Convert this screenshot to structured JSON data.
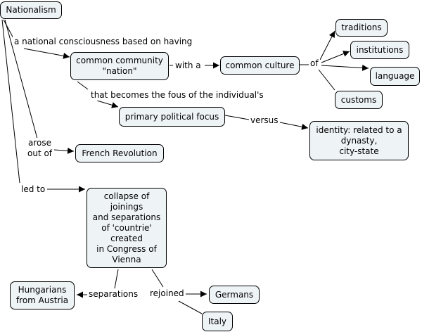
{
  "concept_map": {
    "colors": {
      "node_fill": "#eef3f6",
      "node_border": "#000000",
      "line": "#000000",
      "background": "#ffffff"
    },
    "nodes": {
      "nationalism": "Nationalism",
      "common_community": "common community\n\"nation\"",
      "common_culture": "common culture",
      "traditions": "traditions",
      "institutions": "institutions",
      "language": "language",
      "customs": "customs",
      "primary_political_focus": "primary political focus",
      "identity": "identity: related to a\ndynasty,\ncity-state",
      "french_revolution": "French Revolution",
      "collapse": "collapse of\njoinings\nand separations\nof 'countrie'\ncreated\nin Congress of\nVienna",
      "hungarians": "Hungarians\nfrom Austria",
      "germans": "Germans",
      "italy": "Italy"
    },
    "links": {
      "national_consciousness": "a national consciousness based on having",
      "with_a": "with a",
      "of": "of",
      "becomes_focus": "that becomes the fous of the individual's",
      "versus": "versus",
      "arose_out_of": "arose\nout of",
      "led_to": "led to",
      "separations": "separations",
      "rejoined": "rejoined"
    }
  }
}
